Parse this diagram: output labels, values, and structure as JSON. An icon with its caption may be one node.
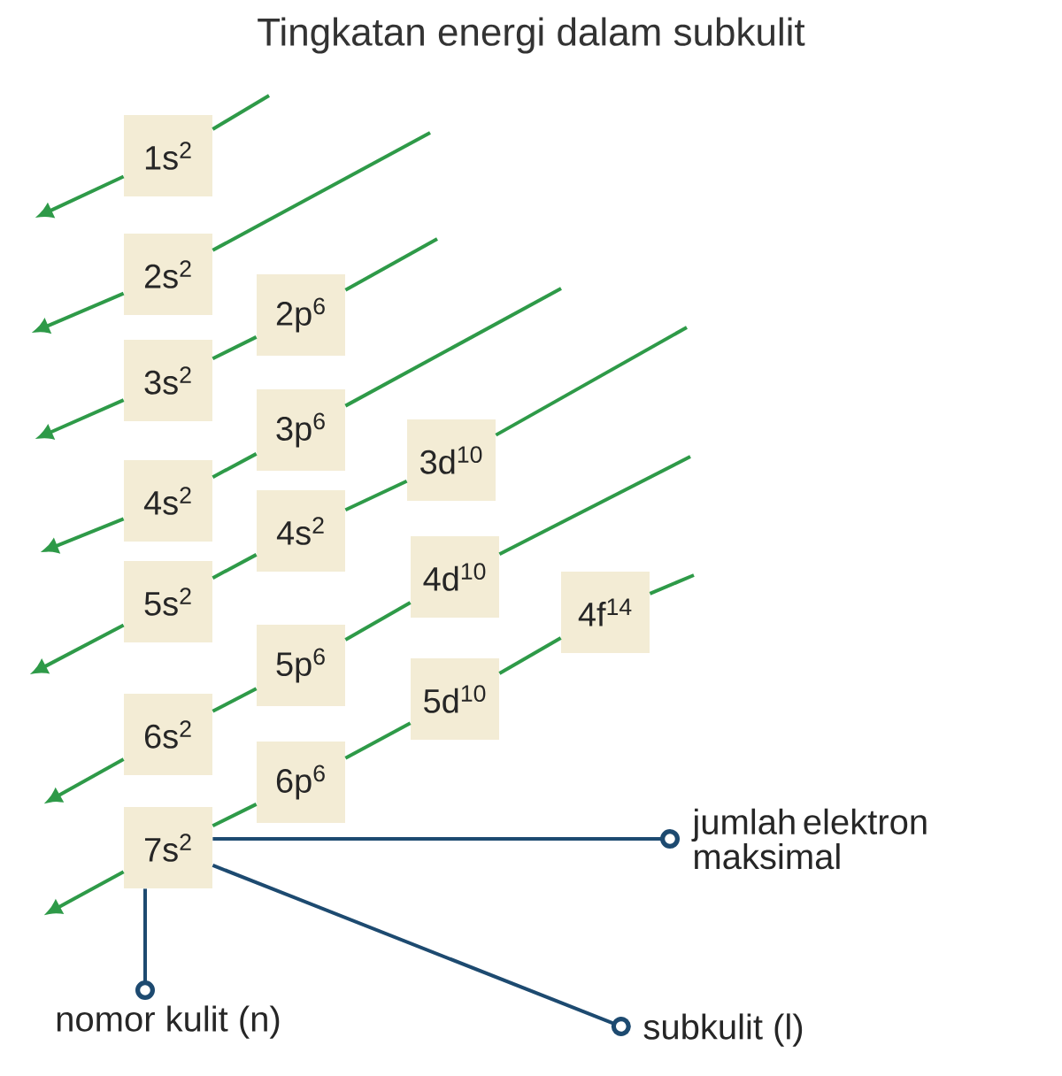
{
  "diagram": {
    "title": "Tingkatan energi dalam subkulit",
    "nodes": [
      {
        "text": [
          "1s$^{2}$"
        ]
      },
      {
        "text": [
          "2s$^{2}$"
        ]
      },
      {
        "text": [
          "2p$^{6}$"
        ]
      },
      {
        "text": [
          "3s$^{2}$"
        ]
      },
      {
        "text": [
          "3p$^{6}$"
        ]
      },
      {
        "text": [
          "3d$^{10}$"
        ]
      },
      {
        "text": [
          "4s$^{2}$"
        ]
      },
      {
        "text": [
          "4s$^{2}$"
        ]
      },
      {
        "text": [
          "4d$^{10}$"
        ]
      },
      {
        "text": [
          "5s$^{2}$"
        ]
      },
      {
        "text": [
          "4f$^{14}$"
        ]
      },
      {
        "text": [
          "5p$^{6}$"
        ]
      },
      {
        "text": [
          "5d$^{10}$"
        ]
      },
      {
        "text": [
          "6s$^{2}$"
        ]
      },
      {
        "text": [
          "6p$^{6}$"
        ]
      },
      {
        "text": [
          "7s$^{2}$"
        ]
      },
      {
        "text": [
          "jumlah elektron maksimal"
        ]
      },
      {
        "text": [
          "nomor kulit (n)"
        ]
      },
      {
        "text": [
          "subkulit (l)"
        ]
      }
    ],
    "edges": [
      {
        "from": null,
        "to": 0,
        "arrow": "none"
      },
      {
        "from": 0,
        "to": null,
        "arrow": "to"
      },
      {
        "from": null,
        "to": 1,
        "arrow": "none"
      },
      {
        "from": 1,
        "to": null,
        "arrow": "to"
      },
      {
        "from": null,
        "to": 2,
        "arrow": "none"
      },
      {
        "from": 2,
        "to": 3,
        "arrow": "none"
      },
      {
        "from": 3,
        "to": null,
        "arrow": "to"
      },
      {
        "from": null,
        "to": 4,
        "arrow": "none"
      },
      {
        "from": 4,
        "to": 6,
        "arrow": "none"
      },
      {
        "from": 6,
        "to": null,
        "arrow": "to"
      },
      {
        "from": null,
        "to": 5,
        "arrow": "none"
      },
      {
        "from": 5,
        "to": 7,
        "arrow": "none"
      },
      {
        "from": 7,
        "to": 9,
        "arrow": "none"
      },
      {
        "from": 9,
        "to": null,
        "arrow": "to"
      },
      {
        "from": null,
        "to": 8,
        "arrow": "none"
      },
      {
        "from": 8,
        "to": 11,
        "arrow": "none"
      },
      {
        "from": 11,
        "to": 13,
        "arrow": "none"
      },
      {
        "from": 13,
        "to": null,
        "arrow": "to"
      },
      {
        "from": null,
        "to": 10,
        "arrow": "none"
      },
      {
        "from": 10,
        "to": 12,
        "arrow": "none"
      },
      {
        "from": 12,
        "to": 14,
        "arrow": "none"
      },
      {
        "from": 14,
        "to": 15,
        "arrow": "none"
      },
      {
        "from": 15,
        "to": null,
        "arrow": "to"
      },
      {
        "from": 16,
        "to": 15,
        "arrow": "other",
        "color": "#1d4a70"
      },
      {
        "from": 17,
        "to": 15,
        "arrow": "other",
        "color": "#1d4a70"
      },
      {
        "from": 18,
        "to": 15,
        "arrow": "other",
        "color": "#1d4a70"
      }
    ]
  }
}
